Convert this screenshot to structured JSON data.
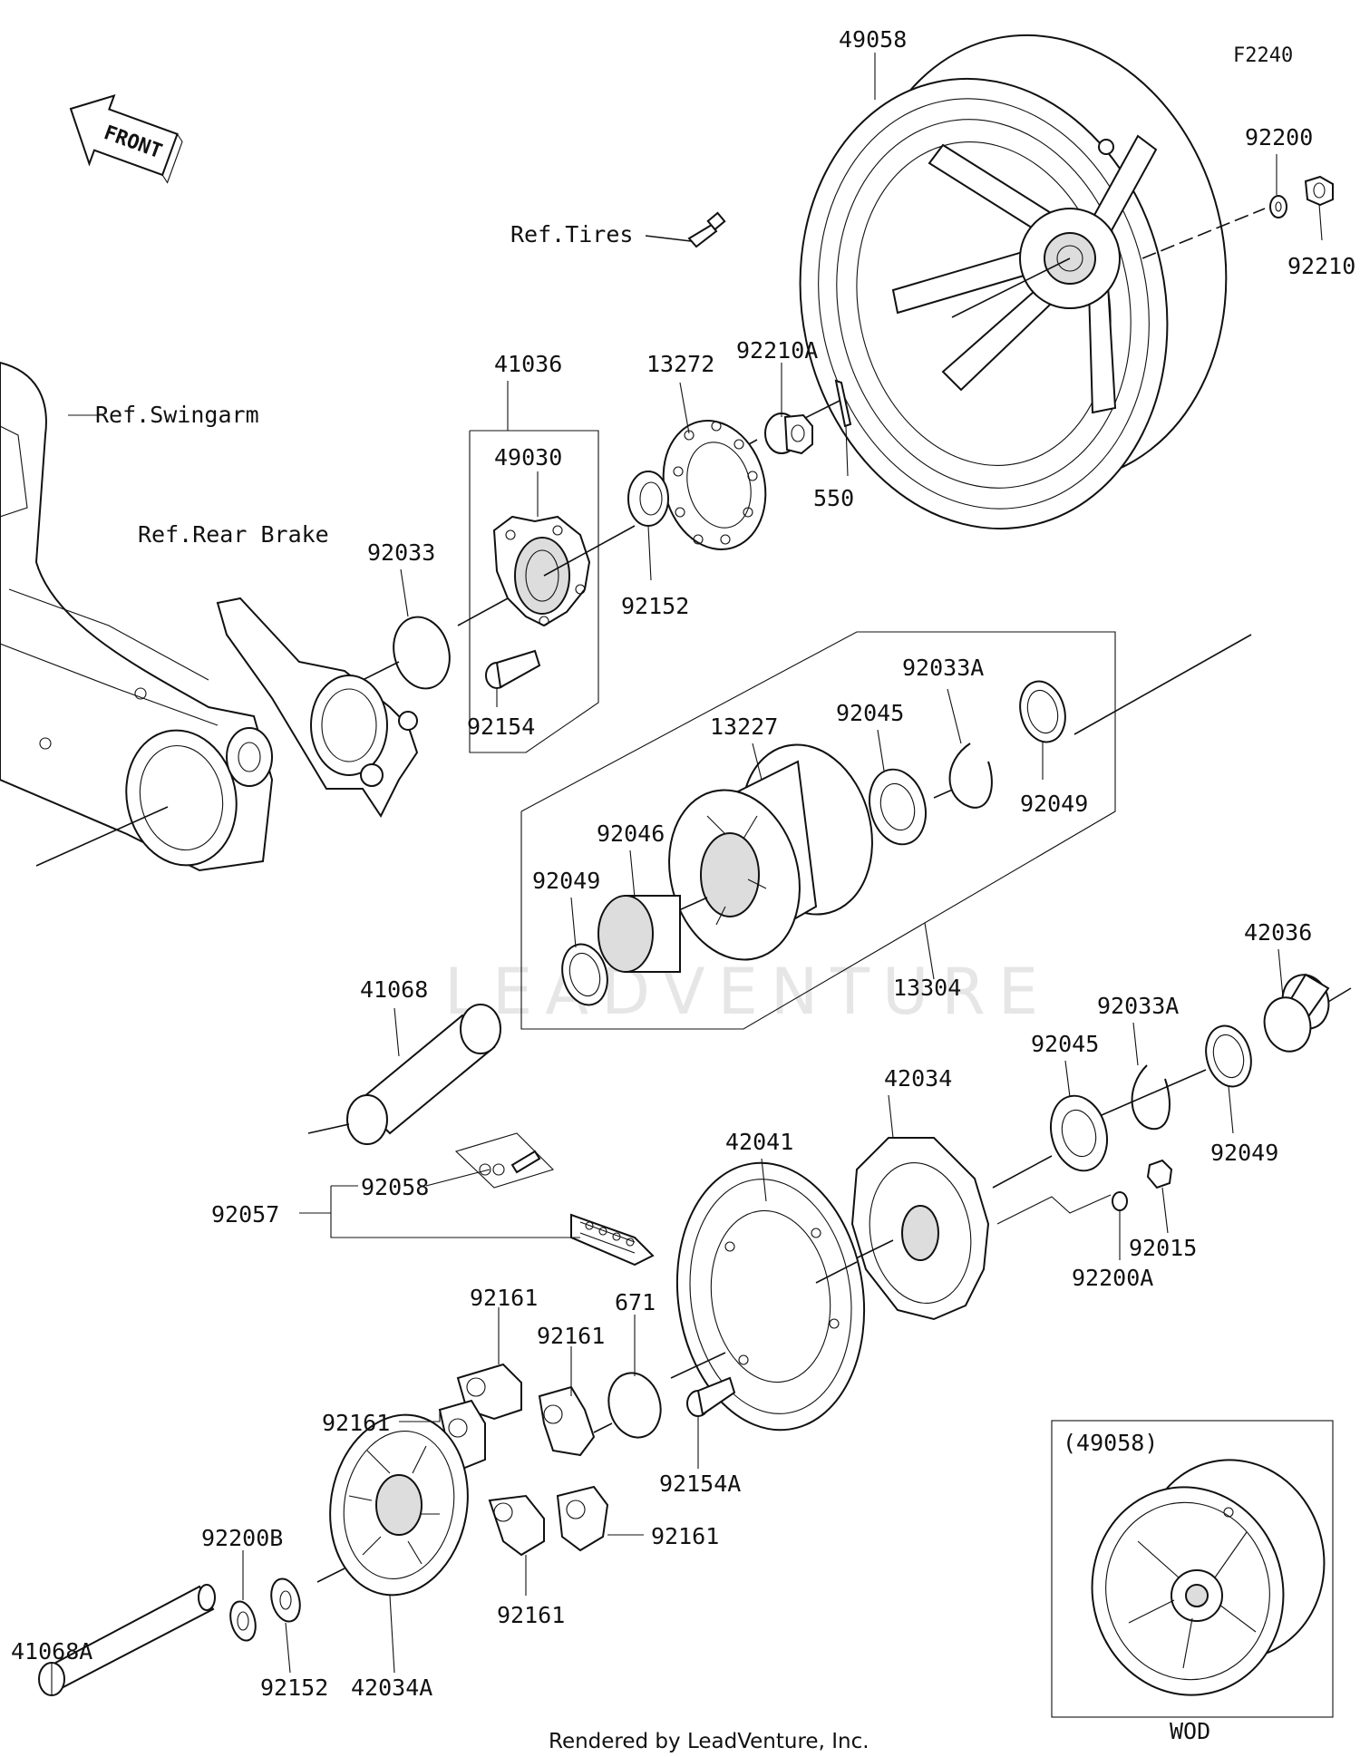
{
  "diagram": {
    "code": "F2240",
    "front_label": "FRONT",
    "watermark": "LEADVENTURE",
    "footer": "Rendered by LeadVenture, Inc.",
    "inset": {
      "title": "(49058)",
      "caption": "WOD"
    },
    "references": {
      "tires": "Ref.Tires",
      "swingarm": "Ref.Swingarm",
      "rear_brake": "Ref.Rear Brake"
    },
    "parts": {
      "p49058": "49058",
      "p92200": "92200",
      "p92210": "92210",
      "p41036": "41036",
      "p13272": "13272",
      "p92210A": "92210A",
      "p49030": "49030",
      "p550": "550",
      "p92033": "92033",
      "p92152_top": "92152",
      "p92154": "92154",
      "p92033A_top": "92033A",
      "p92045_top": "92045",
      "p13227": "13227",
      "p92049_top": "92049",
      "p92046": "92046",
      "p92049_mid": "92049",
      "p13304": "13304",
      "p41068": "41068",
      "p42036": "42036",
      "p92033A_low": "92033A",
      "p92045_low": "92045",
      "p42034": "42034",
      "p92049_low": "92049",
      "p42041": "42041",
      "p92058": "92058",
      "p92057": "92057",
      "p92015": "92015",
      "p92200A": "92200A",
      "p92161_a": "92161",
      "p92161_b": "92161",
      "p671": "671",
      "p92161_c": "92161",
      "p92154A": "92154A",
      "p92161_d": "92161",
      "p92200B": "92200B",
      "p92161_e": "92161",
      "p41068A": "41068A",
      "p92152_low": "92152",
      "p42034A": "42034A"
    }
  }
}
